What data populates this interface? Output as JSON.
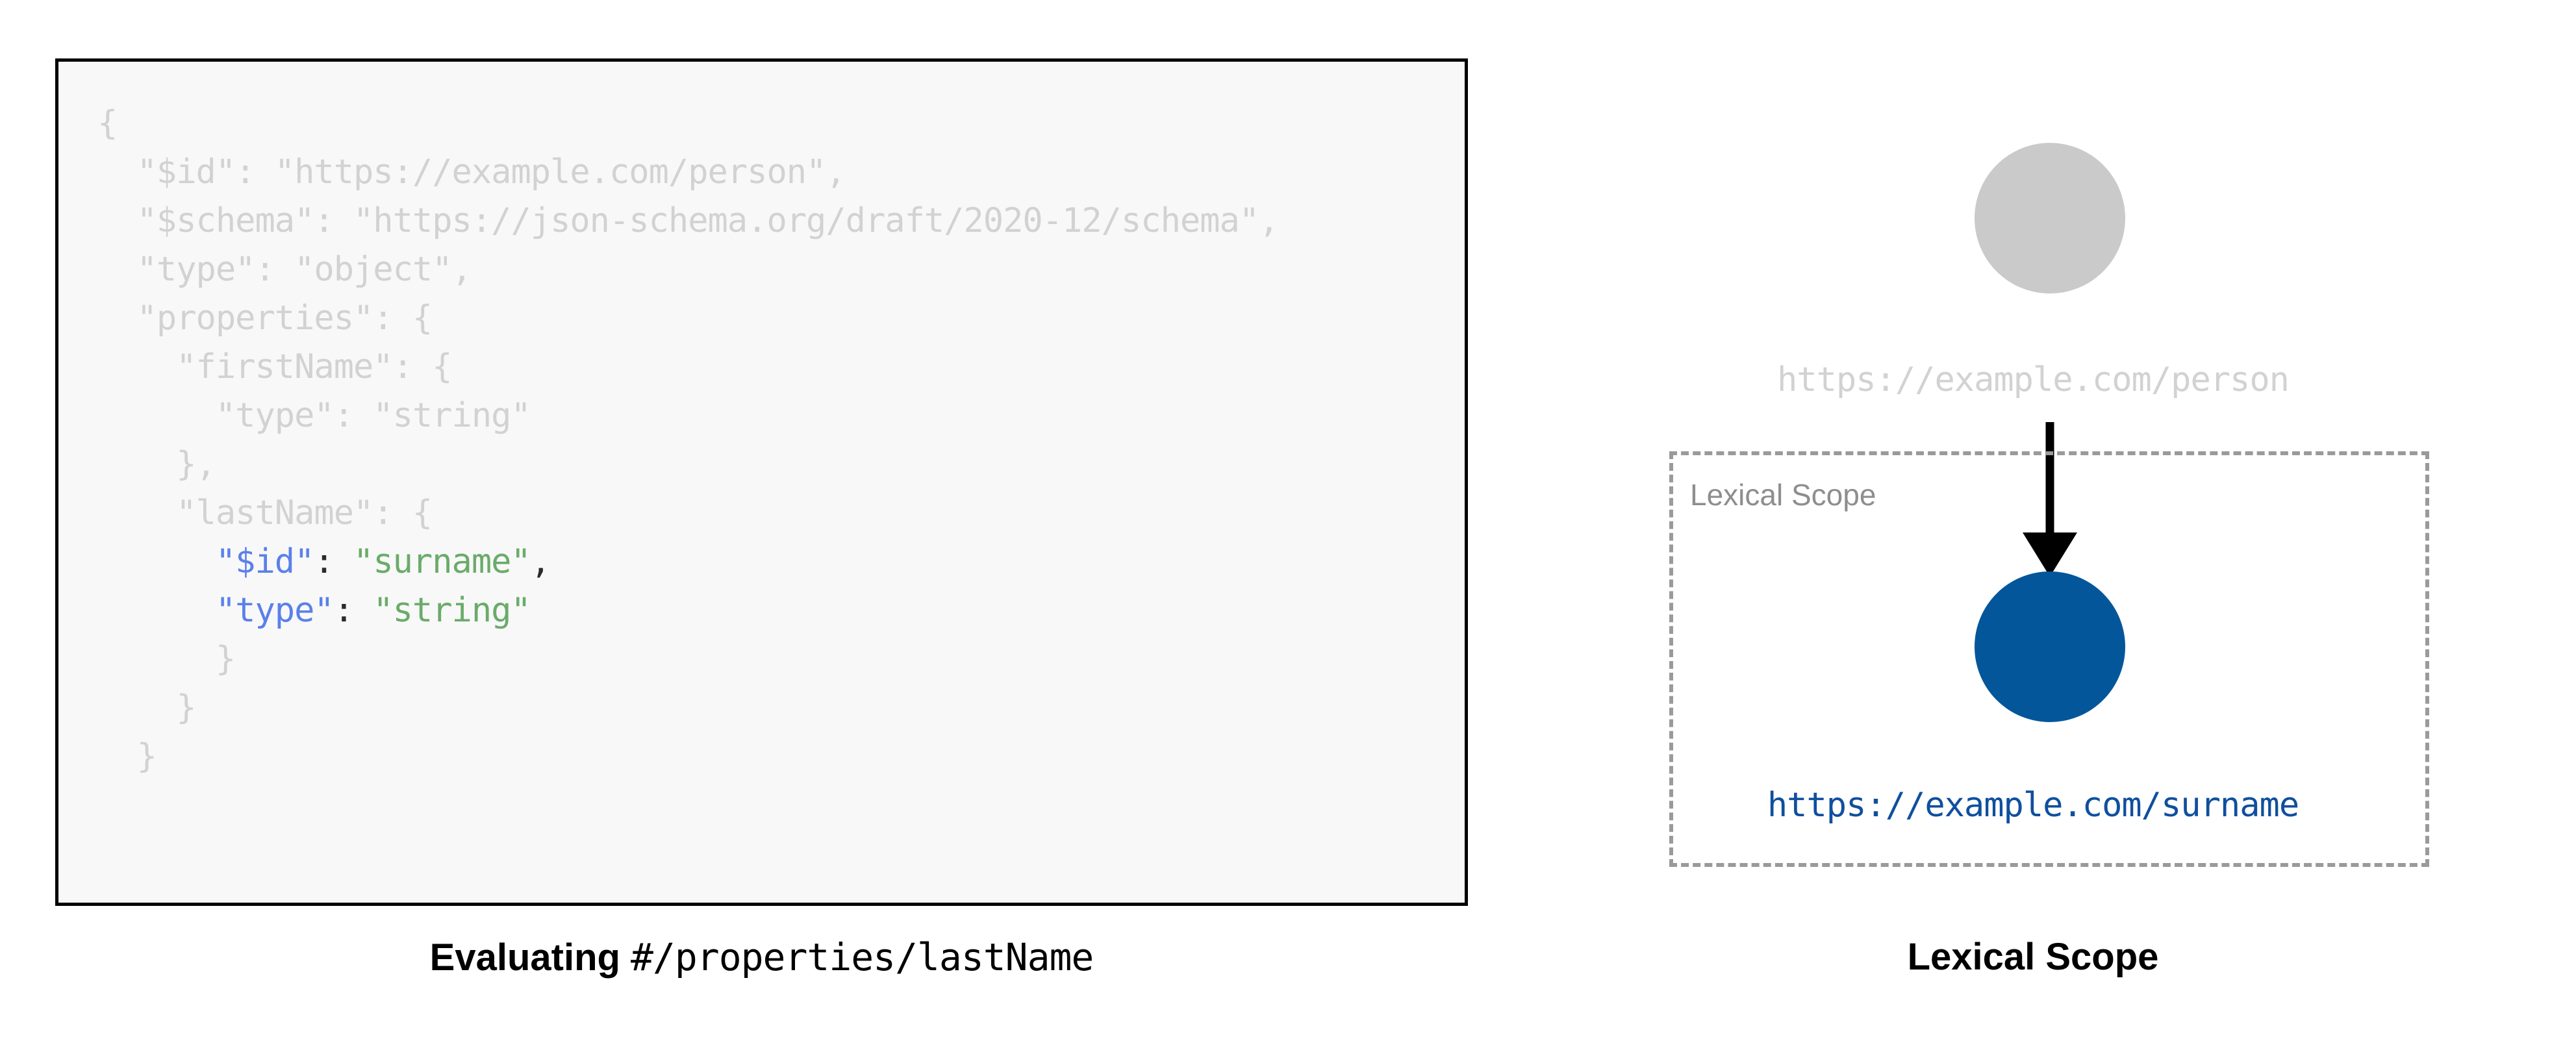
{
  "code_panel": {
    "lines": [
      {
        "indent": 0,
        "tokens": [
          {
            "t": "{",
            "c": "dim"
          }
        ]
      },
      {
        "indent": 1,
        "tokens": [
          {
            "t": "\"$id\": \"https://example.com/person\",",
            "c": "dim"
          }
        ]
      },
      {
        "indent": 1,
        "tokens": [
          {
            "t": "\"$schema\": \"https://json-schema.org/draft/2020-12/schema\",",
            "c": "dim"
          }
        ]
      },
      {
        "indent": 1,
        "tokens": [
          {
            "t": "\"type\": \"object\",",
            "c": "dim"
          }
        ]
      },
      {
        "indent": 1,
        "tokens": [
          {
            "t": "\"properties\": {",
            "c": "dim"
          }
        ]
      },
      {
        "indent": 2,
        "tokens": [
          {
            "t": "\"firstName\": {",
            "c": "dim"
          }
        ]
      },
      {
        "indent": 3,
        "tokens": [
          {
            "t": "\"type\": \"string\"",
            "c": "dim"
          }
        ]
      },
      {
        "indent": 2,
        "tokens": [
          {
            "t": "},",
            "c": "dim"
          }
        ]
      },
      {
        "indent": 2,
        "tokens": [
          {
            "t": "\"lastName\": {",
            "c": "dim"
          }
        ]
      },
      {
        "indent": 3,
        "tokens": [
          {
            "t": "\"$id\"",
            "c": "key"
          },
          {
            "t": ": ",
            "c": "pun"
          },
          {
            "t": "\"surname\"",
            "c": "str"
          },
          {
            "t": ",",
            "c": "pun"
          }
        ]
      },
      {
        "indent": 3,
        "tokens": [
          {
            "t": "\"type\"",
            "c": "key"
          },
          {
            "t": ": ",
            "c": "pun"
          },
          {
            "t": "\"string\"",
            "c": "str"
          }
        ]
      },
      {
        "indent": 3,
        "tokens": [
          {
            "t": "}",
            "c": "dim"
          }
        ]
      },
      {
        "indent": 2,
        "tokens": [
          {
            "t": "}",
            "c": "dim"
          }
        ]
      },
      {
        "indent": 1,
        "tokens": [
          {
            "t": "}",
            "c": "dim"
          }
        ]
      }
    ]
  },
  "caption_left": {
    "bold_text": "Evaluating ",
    "mono_text": "#/properties/lastName"
  },
  "caption_right": {
    "bold_text": "Lexical Scope"
  },
  "diagram": {
    "scope_label": "Lexical Scope",
    "outer_node": {
      "label": "https://example.com/person",
      "color": "#cacaca"
    },
    "inner_node": {
      "label": "https://example.com/surname",
      "color": "#04569b"
    },
    "arrow": {
      "direction": "down",
      "color": "#000000"
    }
  },
  "colors": {
    "panel_background": "#f8f8f8",
    "panel_border": "#000000",
    "code_dim": "#d2d2d2",
    "code_key": "#5b80e9",
    "code_string": "#6aab6a",
    "scope_border": "#9a9a9a",
    "scope_label": "#8e8e8e"
  }
}
